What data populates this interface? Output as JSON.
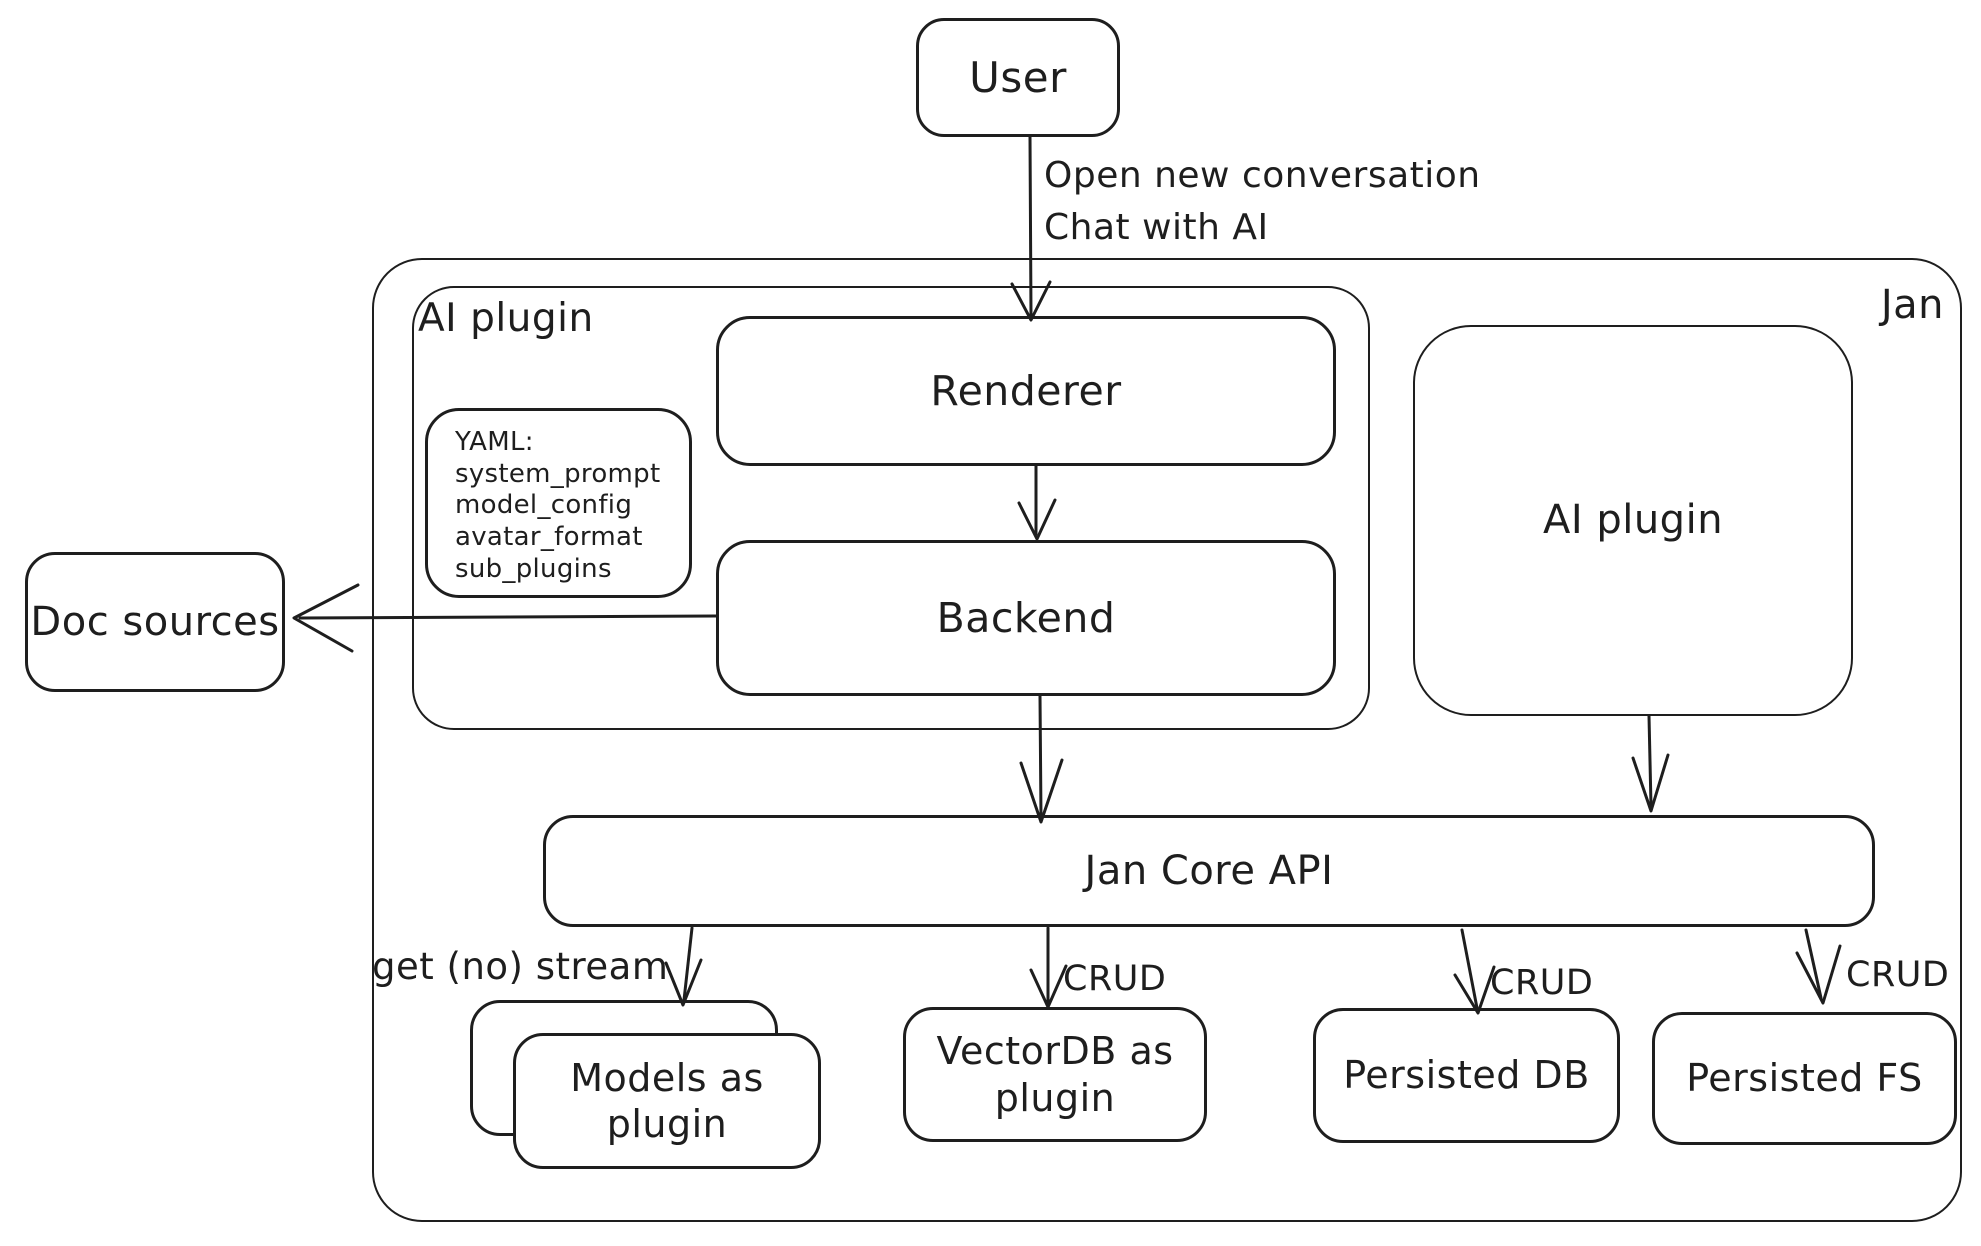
{
  "colors": {
    "ink": "#1e1e1e",
    "background": "#ffffff"
  },
  "diagram": {
    "container_label": "Jan",
    "nodes": {
      "user": "User",
      "ai_plugin_left": "AI plugin",
      "yaml_note": {
        "title": "YAML:",
        "lines": [
          "system_prompt",
          "model_config",
          "avatar_format",
          "sub_plugins"
        ]
      },
      "renderer": "Renderer",
      "backend": "Backend",
      "doc_sources": "Doc sources",
      "ai_plugin_right": "AI plugin",
      "jan_core_api": "Jan Core API",
      "models_as_plugin": "Models as\nplugin",
      "vectordb_as_plugin": "VectorDB as\nplugin",
      "persisted_db": "Persisted DB",
      "persisted_fs": "Persisted FS"
    },
    "edge_labels": {
      "user_to_renderer": "Open new conversation\nChat with AI",
      "api_to_models": "get (no) stream",
      "api_to_vectordb": "CRUD",
      "api_to_persisted_db": "CRUD",
      "api_to_persisted_fs": "CRUD"
    }
  }
}
